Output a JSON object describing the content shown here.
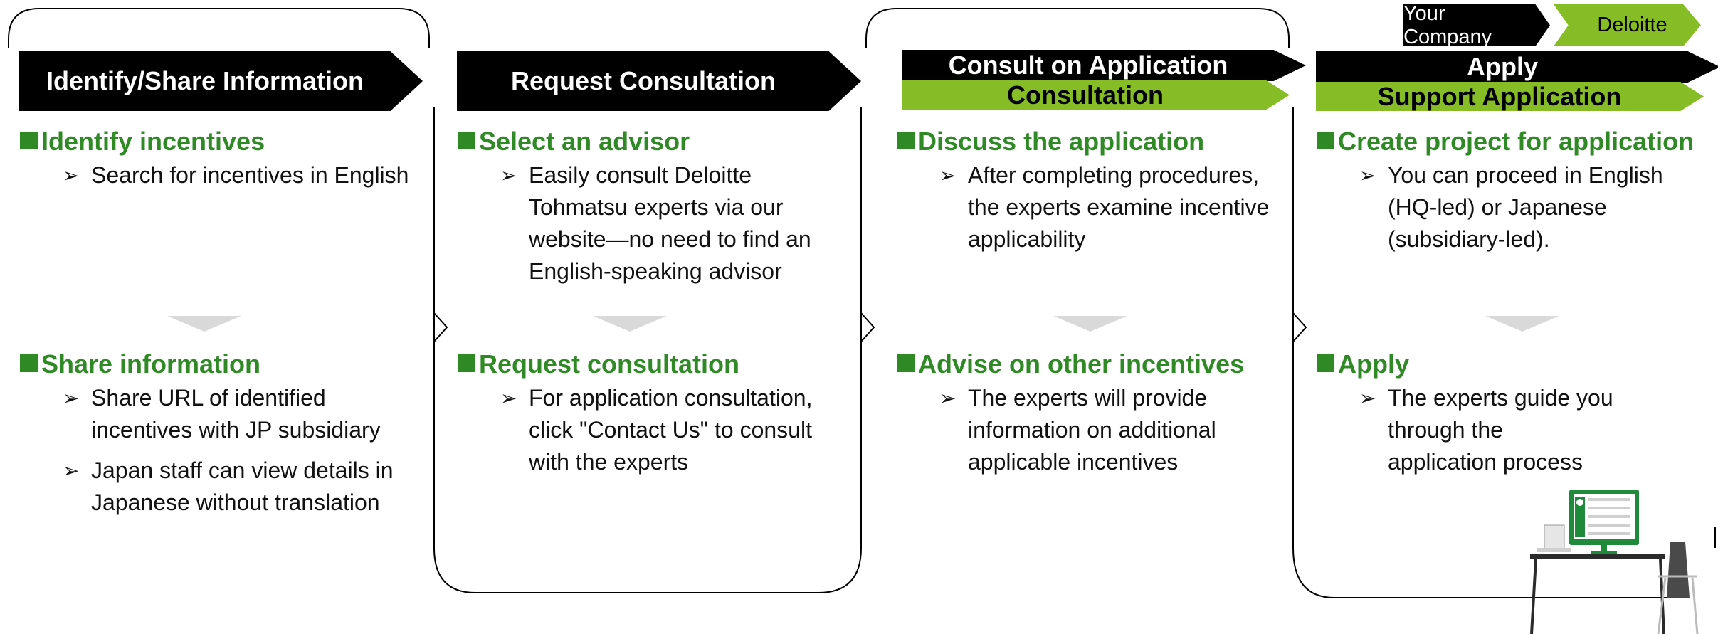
{
  "legend": {
    "company": "Your Company",
    "deloitte": "Deloitte",
    "colors": {
      "company": "#000000",
      "deloitte": "#86bc25"
    }
  },
  "phases": [
    {
      "banner": "Identify/Share Information",
      "steps": [
        {
          "title": "Identify incentives",
          "bullets": [
            "Search for incentives in English"
          ]
        },
        {
          "title": "Share information",
          "bullets": [
            "Share URL of identified incentives with JP subsidiary",
            "Japan staff can view details in Japanese without translation"
          ]
        }
      ]
    },
    {
      "banner": "Request Consultation",
      "steps": [
        {
          "title": "Select an advisor",
          "bullets": [
            "Easily consult Deloitte Tohmatsu experts via our website—no need to find an English-speaking advisor"
          ]
        },
        {
          "title": "Request consultation",
          "bullets": [
            "For application consultation, click \"Contact Us\" to consult with the experts"
          ]
        }
      ]
    },
    {
      "banner": "Consult on Application",
      "banner_green": "Consultation",
      "steps": [
        {
          "title": "Discuss the application",
          "bullets": [
            "After completing procedures, the experts examine incentive applicability"
          ]
        },
        {
          "title": "Advise on other incentives",
          "bullets": [
            "The experts will provide information on additional applicable incentives"
          ]
        }
      ]
    },
    {
      "banner": "Apply",
      "banner_green": "Support Application",
      "steps": [
        {
          "title": "Create project for application",
          "bullets": [
            "You can proceed in English (HQ-led) or Japanese (subsidiary-led)."
          ]
        },
        {
          "title": "Apply",
          "bullets": [
            "The experts guide you through the application process"
          ]
        }
      ]
    }
  ],
  "colors": {
    "accent_green": "#86bc25",
    "title_green": "#2f8a26",
    "arrow_gray": "#d9d9d9"
  },
  "icons": {
    "bullet": "arrowhead-icon",
    "illustration": "desk-computer-illustration"
  }
}
